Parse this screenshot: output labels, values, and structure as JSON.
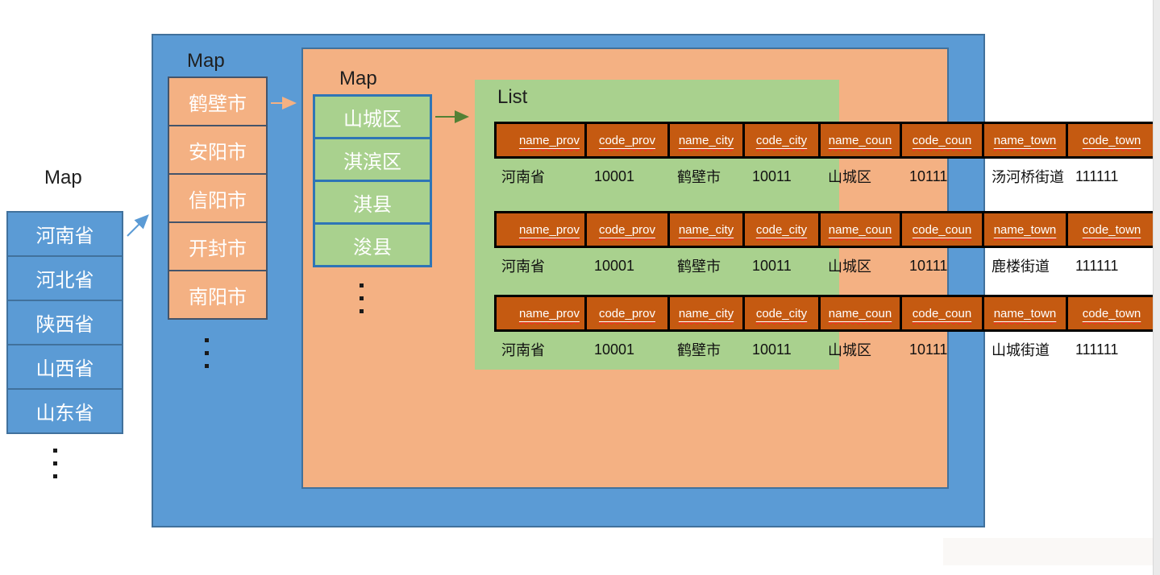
{
  "province_map": {
    "title": "Map",
    "items": [
      "河南省",
      "河北省",
      "陕西省",
      "山西省",
      "山东省"
    ]
  },
  "city_map": {
    "title": "Map",
    "items": [
      "鹤壁市",
      "安阳市",
      "信阳市",
      "开封市",
      "南阳市"
    ]
  },
  "district_map": {
    "title": "Map",
    "items": [
      "山城区",
      "淇滨区",
      "淇县",
      "浚县"
    ]
  },
  "list": {
    "title": "List",
    "columns": [
      "name_prov",
      "code_prov",
      "name_city",
      "code_city",
      "name_coun",
      "code_coun",
      "name_town",
      "code_town"
    ],
    "rows": [
      [
        "河南省",
        "10001",
        "鹤壁市",
        "10011",
        "山城区",
        "10111",
        "汤河桥街道",
        "111111"
      ],
      [
        "河南省",
        "10001",
        "鹤壁市",
        "10011",
        "山城区",
        "10111",
        "鹿楼街道",
        "111111"
      ],
      [
        "河南省",
        "10001",
        "鹤壁市",
        "10011",
        "山城区",
        "10111",
        "山城街道",
        "111111"
      ]
    ]
  },
  "colors": {
    "blue_fill": "#5B9BD5",
    "blue_border": "#41719C",
    "orange_fill": "#F4B183",
    "orange_box_border": "#44546A",
    "green_fill": "#A9D18E",
    "green_box_border": "#2E75B6",
    "table_header_fill": "#C55A11",
    "table_header_text": "#FFFFFF",
    "spellcheck_squiggle": "#FF2222",
    "arrow_blue": "#5B9BD5",
    "arrow_orange": "#F4B183",
    "arrow_green": "#538135"
  }
}
